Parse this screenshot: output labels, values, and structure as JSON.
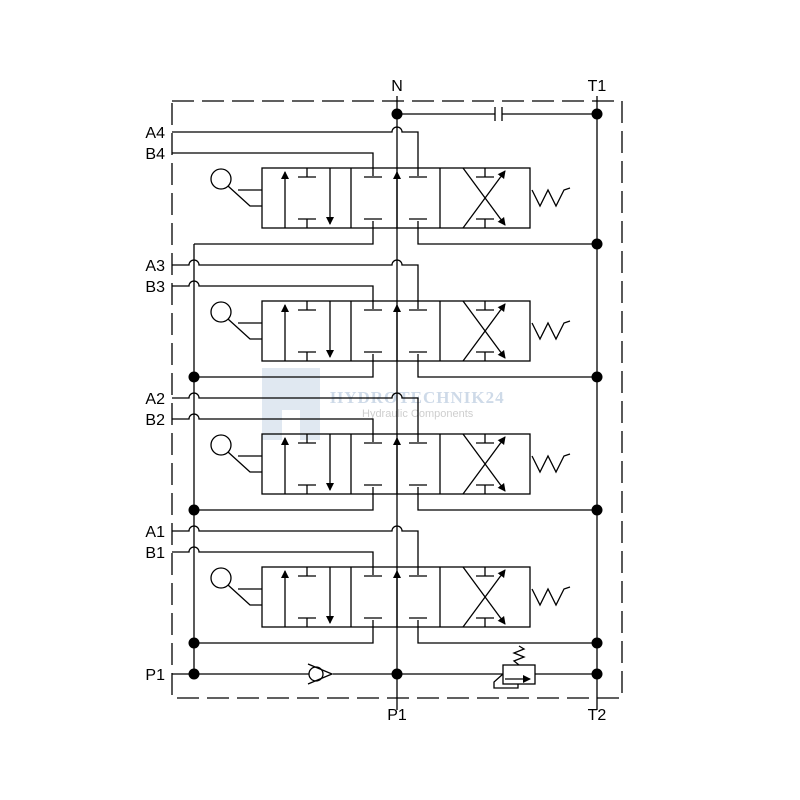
{
  "ports": {
    "N": "N",
    "T1": "T1",
    "P1_bottom": "P1",
    "T2": "T2",
    "P1_left": "P1"
  },
  "sections": [
    {
      "A": "A4",
      "B": "B4"
    },
    {
      "A": "A3",
      "B": "B3"
    },
    {
      "A": "A2",
      "B": "B2"
    },
    {
      "A": "A1",
      "B": "B1"
    }
  ],
  "watermark": {
    "brand": "HYDROTECHNIK24",
    "tagline": "Hydraulic Components"
  },
  "colors": {
    "line": "#000000",
    "watermark": "#c9d6e6"
  }
}
